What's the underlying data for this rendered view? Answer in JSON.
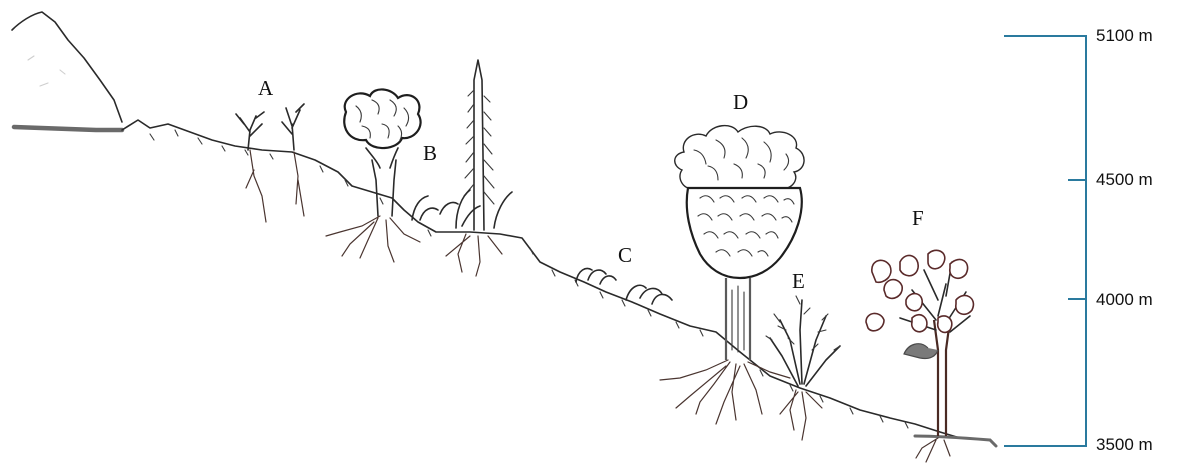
{
  "plant_labels": {
    "a": "A",
    "b": "B",
    "c": "C",
    "d": "D",
    "e": "E",
    "f": "F"
  },
  "elevation_scale": {
    "ticks": [
      "5100 m",
      "4500 m",
      "4000 m",
      "3500 m"
    ],
    "color": "#2a7a9e"
  }
}
